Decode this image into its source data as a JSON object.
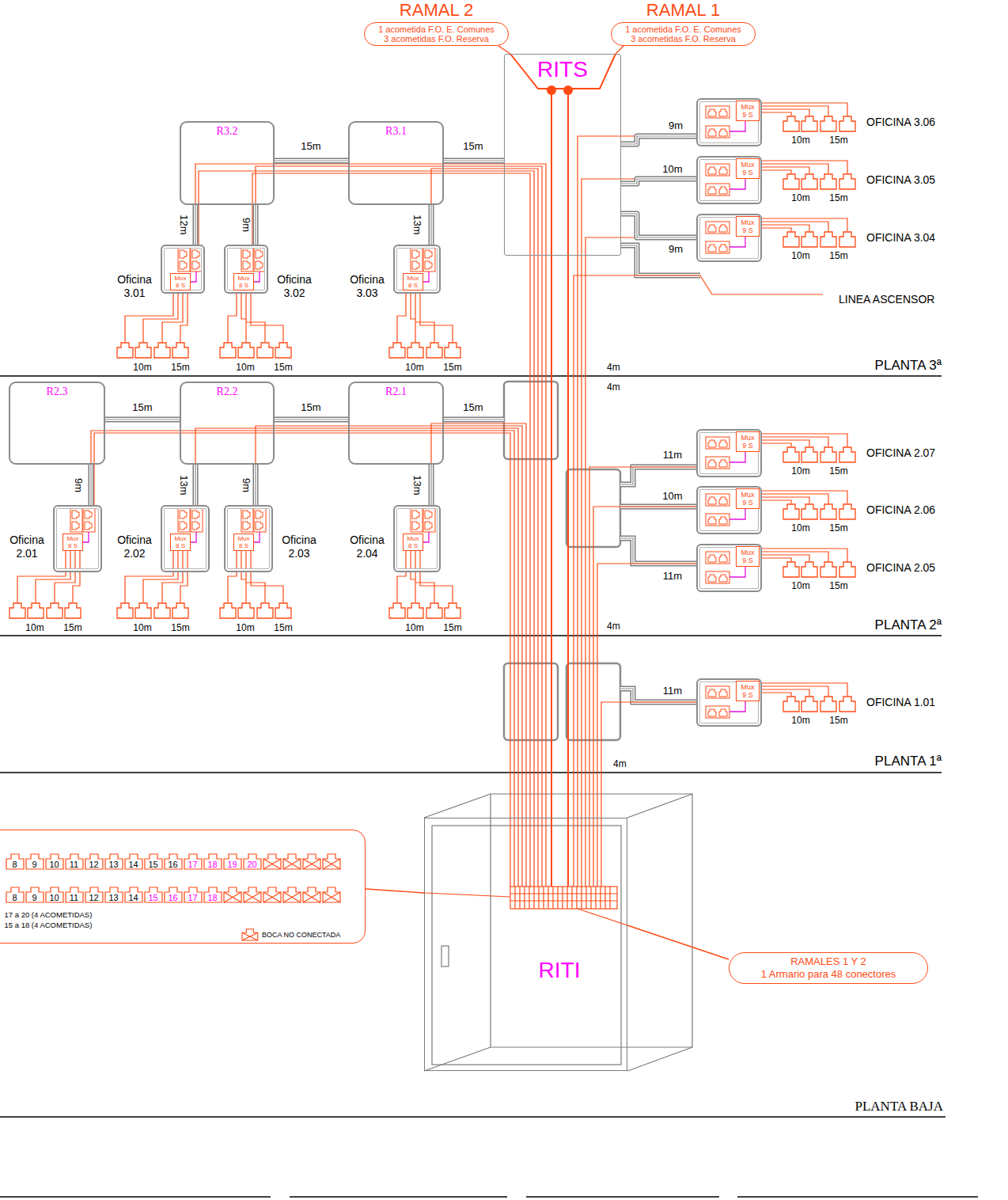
{
  "diagram": {
    "nodes": [
      {
        "text": [
          "RAMAL 2",
          "1 acometida F.O. E. Comunes 3 acometidas F.O. Reserva"
        ]
      },
      {
        "text": [
          "RAMAL 1",
          "1 acometida F.O. E. Comunes 3 acometidas F.O. Reserva"
        ]
      },
      {
        "text": [
          "RITS"
        ]
      },
      {
        "text": [
          "R3.2"
        ]
      },
      {
        "text": [
          "R3.1"
        ]
      },
      {
        "text": [
          "OFICINA 3.06"
        ]
      },
      {
        "text": [
          "Mux 9 S"
        ],
        "in": 5
      },
      {
        "text": [
          "OFICINA 3.05"
        ]
      },
      {
        "text": [
          "Mux 9 S"
        ],
        "in": 7
      },
      {
        "text": [
          "OFICINA 3.04"
        ]
      },
      {
        "text": [
          "Mux 9 S"
        ],
        "in": 9
      },
      {
        "text": [
          "Oficina 3.01"
        ]
      },
      {
        "text": [
          "Mux 8 S"
        ],
        "in": 11
      },
      {
        "text": [
          "Oficina 3.02"
        ]
      },
      {
        "text": [
          "Mux 8 S"
        ],
        "in": 13
      },
      {
        "text": [
          "Oficina 3.03"
        ]
      },
      {
        "text": [
          "Mux 8 S"
        ],
        "in": 15
      },
      {
        "text": [
          "R2.3"
        ]
      },
      {
        "text": [
          "R2.2"
        ]
      },
      {
        "text": [
          "R2.1"
        ]
      },
      {
        "text": [
          "OFICINA 2.07"
        ]
      },
      {
        "text": [
          "Mux 9 S"
        ],
        "in": 20
      },
      {
        "text": [
          "OFICINA 2.06"
        ]
      },
      {
        "text": [
          "Mux 9 S"
        ],
        "in": 22
      },
      {
        "text": [
          "OFICINA 2.05"
        ]
      },
      {
        "text": [
          "Mux 9 S"
        ],
        "in": 24
      },
      {
        "text": [
          "Oficina 2.01"
        ]
      },
      {
        "text": [
          "Mux 8 S"
        ],
        "in": 26
      },
      {
        "text": [
          "Oficina 2.02"
        ]
      },
      {
        "text": [
          "Mux 8 S"
        ],
        "in": 28
      },
      {
        "text": [
          "Oficina 2.03"
        ]
      },
      {
        "text": [
          "Mux 8 S"
        ],
        "in": 30
      },
      {
        "text": [
          "Oficina 2.04"
        ]
      },
      {
        "text": [
          "Mux 8 S"
        ],
        "in": 32
      },
      {
        "text": [
          "OFICINA 1.01"
        ]
      },
      {
        "text": [
          "Mux 9 S"
        ],
        "in": 34
      },
      {
        "text": [
          "8",
          "9",
          "10",
          "11",
          "12",
          "13",
          "14",
          "15",
          "16",
          "17",
          "18",
          "19",
          "20",
          "8",
          "9",
          "10",
          "11",
          "12",
          "13",
          "14",
          "15",
          "16",
          "17",
          "18",
          "17 a 20 (4 ACOMETIDAS)",
          "15 a 18 (4 ACOMETIDAS)"
        ]
      },
      {
        "text": [
          "RITI"
        ]
      },
      {
        "text": [
          "RAMALES 1 Y 2",
          "1 Armario para 48 conectores"
        ]
      }
    ],
    "edges": [
      {
        "from": 0,
        "to": 2,
        "arrow": "none"
      },
      {
        "from": 1,
        "to": 2,
        "arrow": "none"
      },
      {
        "from": 3,
        "to": 4,
        "arrow": "none",
        "label": "15m"
      },
      {
        "from": 4,
        "to": 2,
        "arrow": "none",
        "label": "15m"
      },
      {
        "from": 3,
        "to": 11,
        "arrow": "none",
        "label": "12m"
      },
      {
        "from": 3,
        "to": 13,
        "arrow": "none",
        "label": "9m"
      },
      {
        "from": 4,
        "to": 15,
        "arrow": "none",
        "label": "13m"
      },
      {
        "from": 2,
        "to": 5,
        "arrow": "none",
        "label": "9m"
      },
      {
        "from": 2,
        "to": 7,
        "arrow": "none",
        "label": "10m"
      },
      {
        "from": 2,
        "to": 9,
        "arrow": "none",
        "label": "9m"
      },
      {
        "from": 17,
        "to": 18,
        "arrow": "none",
        "label": "15m"
      },
      {
        "from": 18,
        "to": 19,
        "arrow": "none",
        "label": "15m"
      },
      {
        "from": 17,
        "to": 26,
        "arrow": "none",
        "label": "9m"
      },
      {
        "from": 18,
        "to": 28,
        "arrow": "none",
        "label": "13m"
      },
      {
        "from": 18,
        "to": 30,
        "arrow": "none",
        "label": "9m"
      },
      {
        "from": 19,
        "to": 32,
        "arrow": "none",
        "label": "13m"
      },
      {
        "from": 36,
        "to": 37,
        "arrow": "none"
      },
      {
        "from": 38,
        "to": 37,
        "arrow": "none"
      }
    ],
    "labels": [
      "10m",
      "15m",
      "10m",
      "15m",
      "10m",
      "15m",
      "LINEA ASCENSOR",
      "10m",
      "15m",
      "10m",
      "15m",
      "10m",
      "15m",
      "4m",
      "4m",
      "PLANTA 3ª",
      "15m",
      "11m",
      "10m",
      "11m",
      "10m",
      "15m",
      "10m",
      "15m",
      "10m",
      "15m",
      "10m",
      "15m",
      "10m",
      "15m",
      "10m",
      "15m",
      "10m",
      "15m",
      "4m",
      "PLANTA 2ª",
      "11m",
      "10m",
      "15m",
      "4m",
      "PLANTA 1ª",
      "PLANTA BAJA"
    ],
    "legend": [
      {
        "text": "BOCA NO CONECTADA"
      }
    ]
  }
}
